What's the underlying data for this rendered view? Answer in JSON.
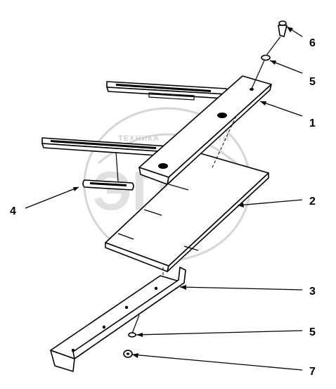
{
  "diagram": {
    "callouts": [
      {
        "id": "c6",
        "label": "6"
      },
      {
        "id": "c5a",
        "label": "5"
      },
      {
        "id": "c1",
        "label": "1"
      },
      {
        "id": "c2",
        "label": "2"
      },
      {
        "id": "c4",
        "label": "4"
      },
      {
        "id": "c3",
        "label": "3"
      },
      {
        "id": "c5b",
        "label": "5"
      },
      {
        "id": "c7",
        "label": "7"
      }
    ],
    "watermark": {
      "top_left": "ТЕХНИКА",
      "top_right": "ЗАПЧАСТИ",
      "big": "ЭПФ"
    }
  }
}
